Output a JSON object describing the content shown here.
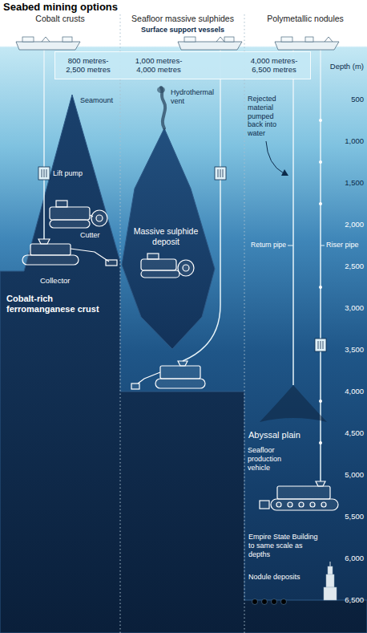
{
  "diagram": {
    "title": "Seabed mining options",
    "nodes": [
      {
        "text": [
          "800 metres-2,500 metres",
          "1,000 metres-4,000 metres",
          "4,000 metres-6,500 metres"
        ]
      }
    ],
    "labels": [
      "Cobalt crusts",
      "Seafloor massive sulphides",
      "Polymetallic nodules",
      "Surface support vessels",
      "Depth (m)",
      "500",
      "1,000",
      "1,500",
      "2,000",
      "2,500",
      "3,000",
      "3,500",
      "4,000",
      "4,500",
      "5,000",
      "5,500",
      "6,000",
      "6,500",
      "Seamount",
      "Hydrothermal vent",
      "Rejected material pumped back into water",
      "Lift pump",
      "Cutter",
      "Collector",
      "Cobalt-rich ferromanganese crust",
      "Massive sulphide deposit",
      "Return pipe",
      "Riser pipe",
      "Abyssal plain",
      "Seafloor production vehicle",
      "Empire State Building to same scale as depths",
      "Nodule deposits"
    ]
  }
}
